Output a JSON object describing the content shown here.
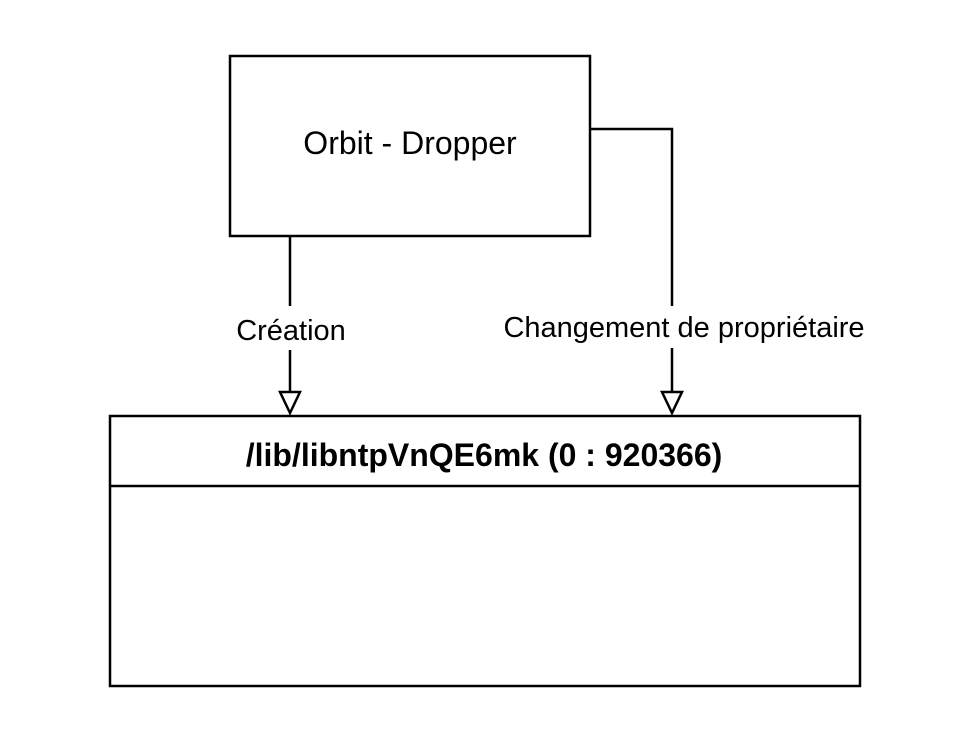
{
  "diagram": {
    "source_node": {
      "label": "Orbit - Dropper"
    },
    "target_node": {
      "title": "/lib/libntpVnQE6mk (0 : 920366)"
    },
    "edges": [
      {
        "label": "Création"
      },
      {
        "label": "Changement de propriétaire"
      }
    ],
    "colors": {
      "stroke": "#000000",
      "background": "#ffffff"
    }
  }
}
